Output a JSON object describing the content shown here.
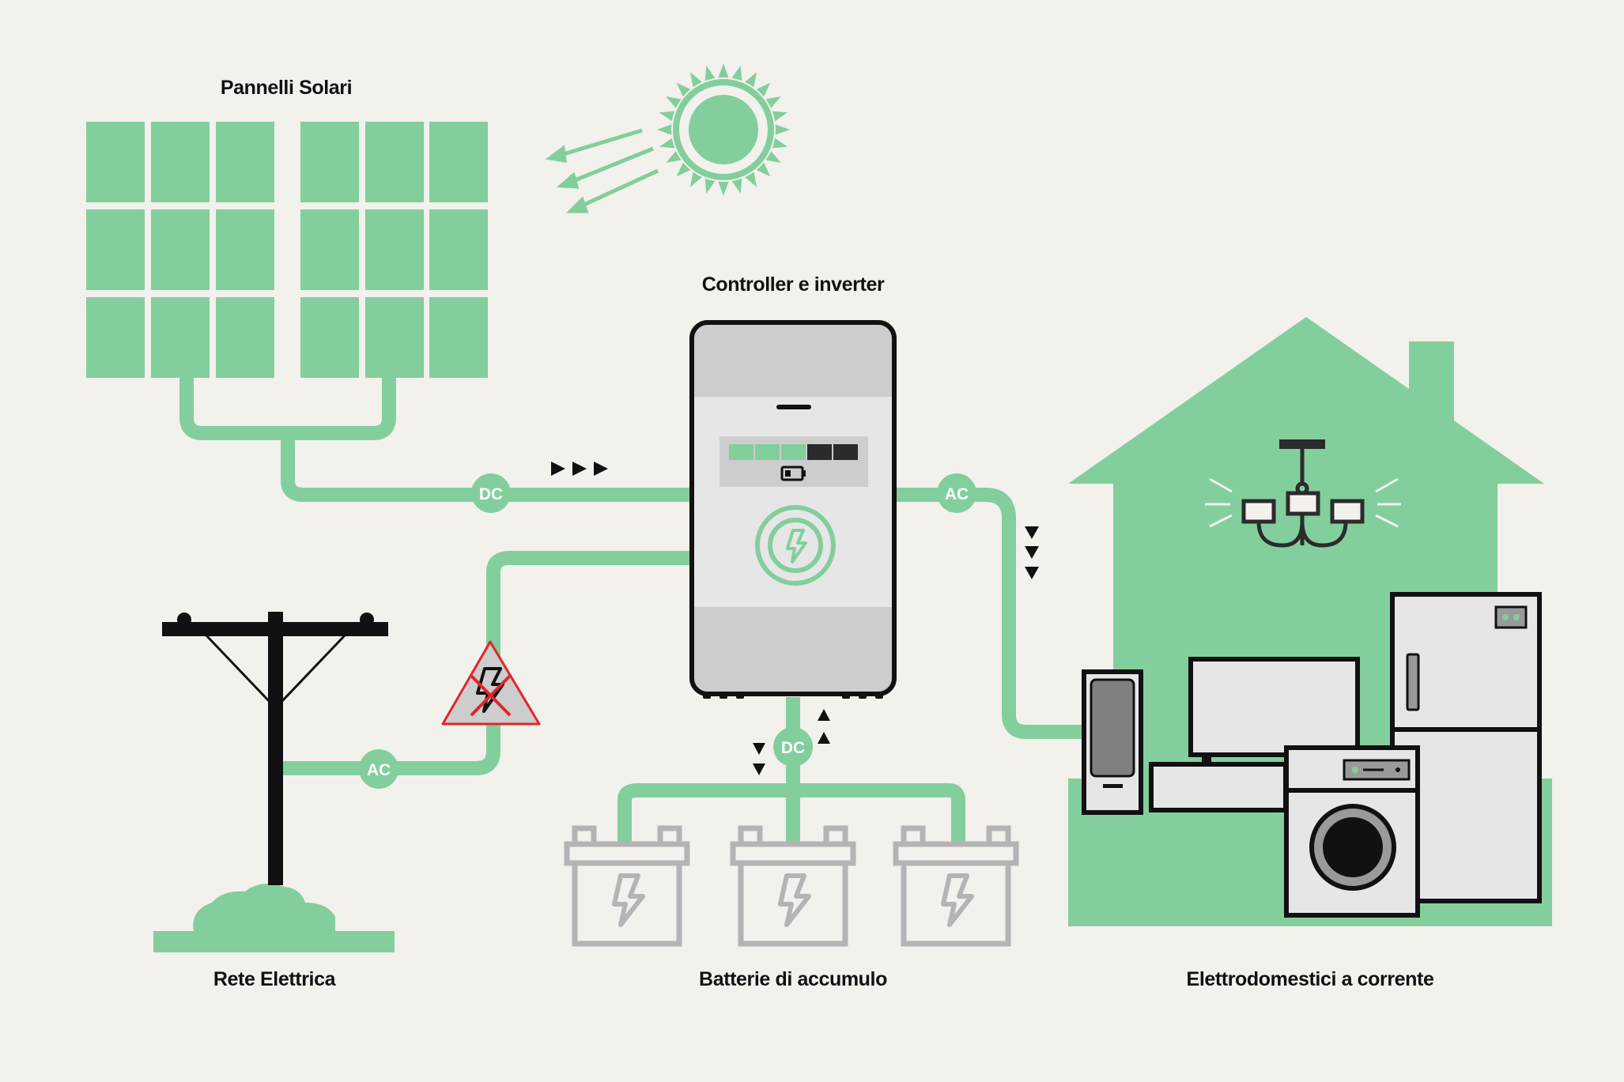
{
  "labels": {
    "solar_panels": "Pannelli Solari",
    "controller_inverter": "Controller e inverter",
    "grid": "Rete Elettrica",
    "batteries": "Batterie di accumulo",
    "appliances": "Elettrodomestici a corrente"
  },
  "current_tags": {
    "solar_dc": "DC",
    "inverter_ac": "AC",
    "grid_ac": "AC",
    "battery_dc": "DC"
  },
  "icons": {
    "sun": "sun-icon",
    "solar_panel": "solar-panel-icon",
    "inverter": "inverter-icon",
    "battery_level": "battery-level-icon",
    "lightning": "lightning-icon",
    "power_pole": "power-pole-icon",
    "warning": "no-power-warning-icon",
    "battery": "battery-icon",
    "house": "house-icon",
    "chandelier": "chandelier-icon",
    "pc_tower": "pc-tower-icon",
    "tv": "tv-icon",
    "fridge": "fridge-icon",
    "washing_machine": "washing-machine-icon",
    "flow_arrow": "flow-arrow-icon"
  },
  "inverter": {
    "charge_segments_filled": 3,
    "charge_segments_total": 5
  },
  "colors": {
    "background": "#f2f1ec",
    "accent_green": "#83ce9d",
    "outline": "#111111",
    "panel_grey": "#e6e6e6",
    "battery_grey": "#b4b4b4",
    "warning_red": "#e0262b"
  }
}
